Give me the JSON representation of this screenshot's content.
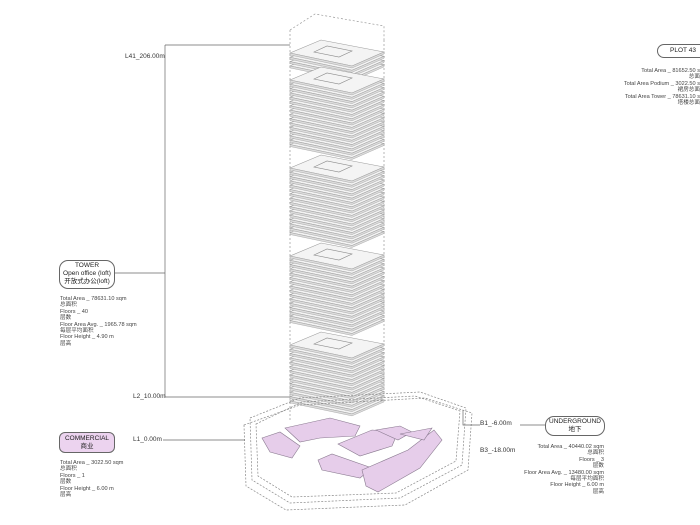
{
  "levels": {
    "l41": "L41_206.00m",
    "l2": "L2_10.00m",
    "l1": "L1_0.00m",
    "b1": "B1_-6.00m",
    "b3": "B3_-18.00m"
  },
  "plot": {
    "title": "PLOT 43",
    "lines": [
      "Total Area _ 81652.50 s",
      "总面",
      "Total Area Podium _ 3022.50 s",
      "裙房总面",
      "Total Area Tower _ 78631.10 s",
      "塔楼总面"
    ]
  },
  "tower": {
    "title": "TOWER",
    "subtitle": "Open office (loft)",
    "subtitle_cn": "开放式办公(loft)",
    "lines": [
      "Total Area _ 78631.10 sqm",
      "总面积",
      "Floors _ 40",
      "层数",
      "Floor Area Avg. _ 1965.78 sqm",
      "每层平均面积",
      "Floor Height _ 4.90 m",
      "层高"
    ]
  },
  "commercial": {
    "title": "COMMERCIAL",
    "title_cn": "商业",
    "lines": [
      "Total Area _ 3022.50 sqm",
      "总面积",
      "Floors _ 1",
      "层数",
      "Floor Height _ 6.00 m",
      "层高"
    ]
  },
  "underground": {
    "title": "UNDERGROUND",
    "title_cn": "地下",
    "lines": [
      "Total Area _ 40440.02 sqm",
      "总面积",
      "Floors _ 3",
      "层数",
      "Floor Area Avg. _ 13480.00 sqm",
      "每层平均面积",
      "Floor Height _ 6.00 m",
      "层高"
    ]
  },
  "colors": {
    "line": "#666666",
    "slab_fill": "#f4f4f4",
    "slab_edge": "#9a9a9a",
    "commercial_fill": "#e6cdea",
    "commercial_edge": "#8a7a90"
  }
}
